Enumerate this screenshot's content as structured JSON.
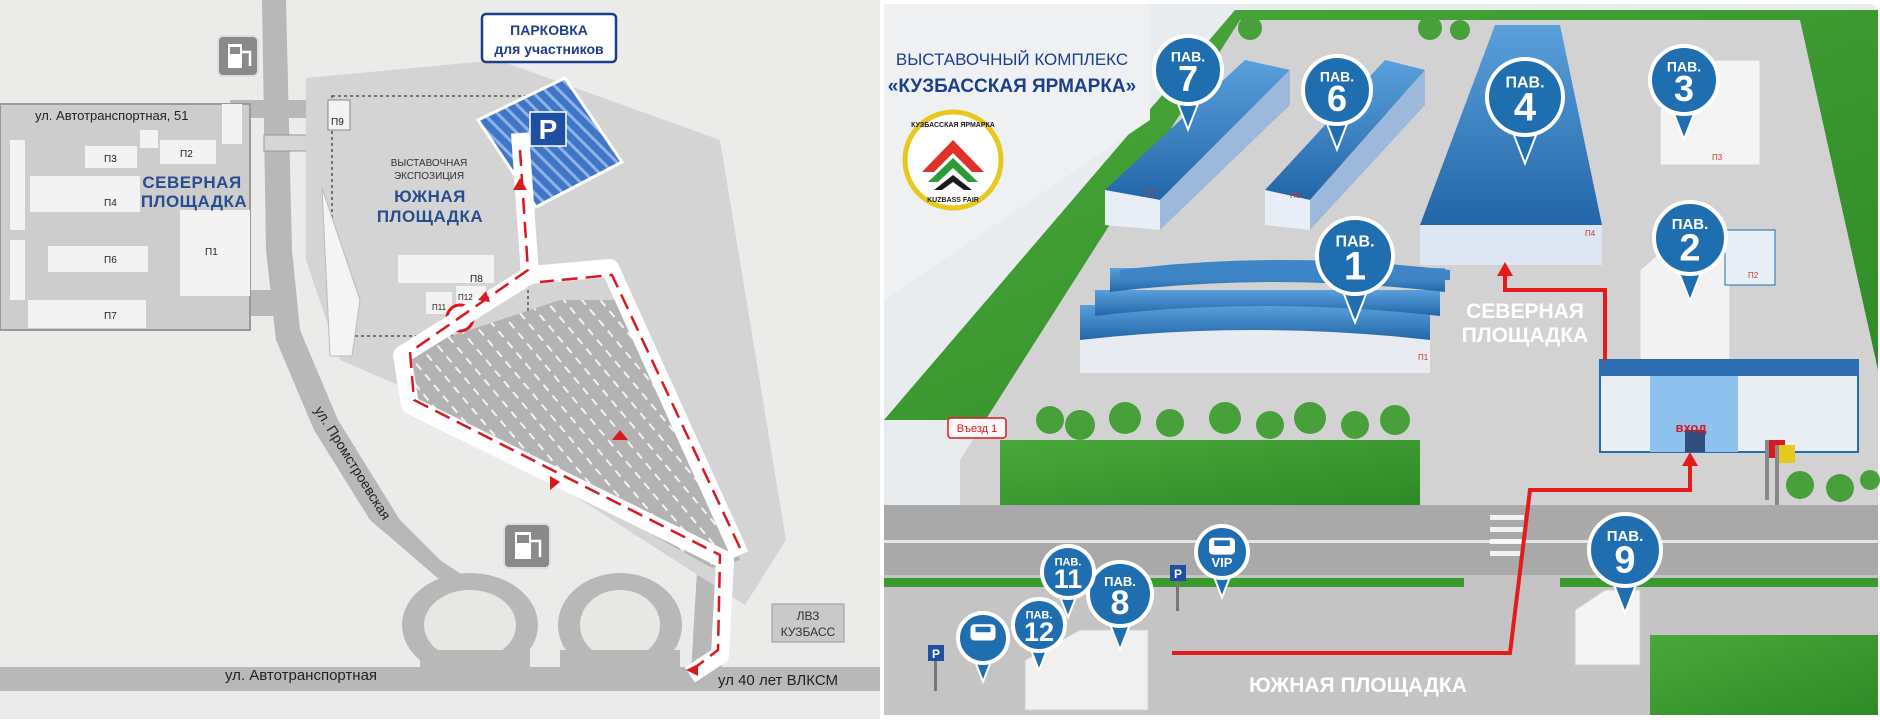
{
  "left_map": {
    "parking_title_line1": "ПАРКОВКА",
    "parking_title_line2": "для участников",
    "parking_letter": "P",
    "street_top": "ул. Автотранспортная, 51",
    "north_area_line1": "СЕВЕРНАЯ",
    "north_area_line2": "ПЛОЩАДКА",
    "expo_line1": "ВЫСТАВОЧНАЯ",
    "expo_line2": "ЭКСПОЗИЦИЯ",
    "south_area_line1": "ЮЖНАЯ",
    "south_area_line2": "ПЛОЩАДКА",
    "entrance": "вход",
    "lvz_line1": "ЛВЗ",
    "lvz_line2": "КУЗБАСС",
    "street_promstroi": "ул. Промстроевская",
    "street_bottom": "ул. Автотранспортная",
    "street_vlksm": "ул 40 лет ВЛКСМ",
    "buildings": [
      "П1",
      "П2",
      "П3",
      "П4",
      "П6",
      "П7",
      "П8",
      "П9",
      "П11",
      "П12"
    ],
    "icons": [
      "fuel-icon",
      "fuel-icon",
      "parking-icon"
    ]
  },
  "right_map": {
    "complex_line1": "ВЫСТАВОЧНЫЙ КОМПЛЕКС",
    "complex_line2": "«КУЗБАССКАЯ ЯРМАРКА»",
    "logo_top": "КУЗБАССКАЯ ЯРМАРКА",
    "logo_bottom": "KUZBASS FAIR",
    "north_area_line1": "СЕВЕРНАЯ",
    "north_area_line2": "ПЛОЩАДКА",
    "south_area": "ЮЖНАЯ ПЛОЩАДКА",
    "entry_sign": "Въезд 1",
    "entrance": "вход",
    "vip": "VIP",
    "parking_letter": "P",
    "pin_prefix": "ПАВ.",
    "pavilions": [
      "1",
      "2",
      "3",
      "4",
      "6",
      "7",
      "8",
      "9",
      "11",
      "12"
    ],
    "building_tags": [
      "П1",
      "П2",
      "П3",
      "П4",
      "П6",
      "П7"
    ]
  },
  "colors": {
    "road": "#b9b9b9",
    "ground": "#dcdcdc",
    "brand_blue": "#1f6fb0",
    "arrow_red": "#d9181f",
    "grass": "#3a9a2e"
  }
}
